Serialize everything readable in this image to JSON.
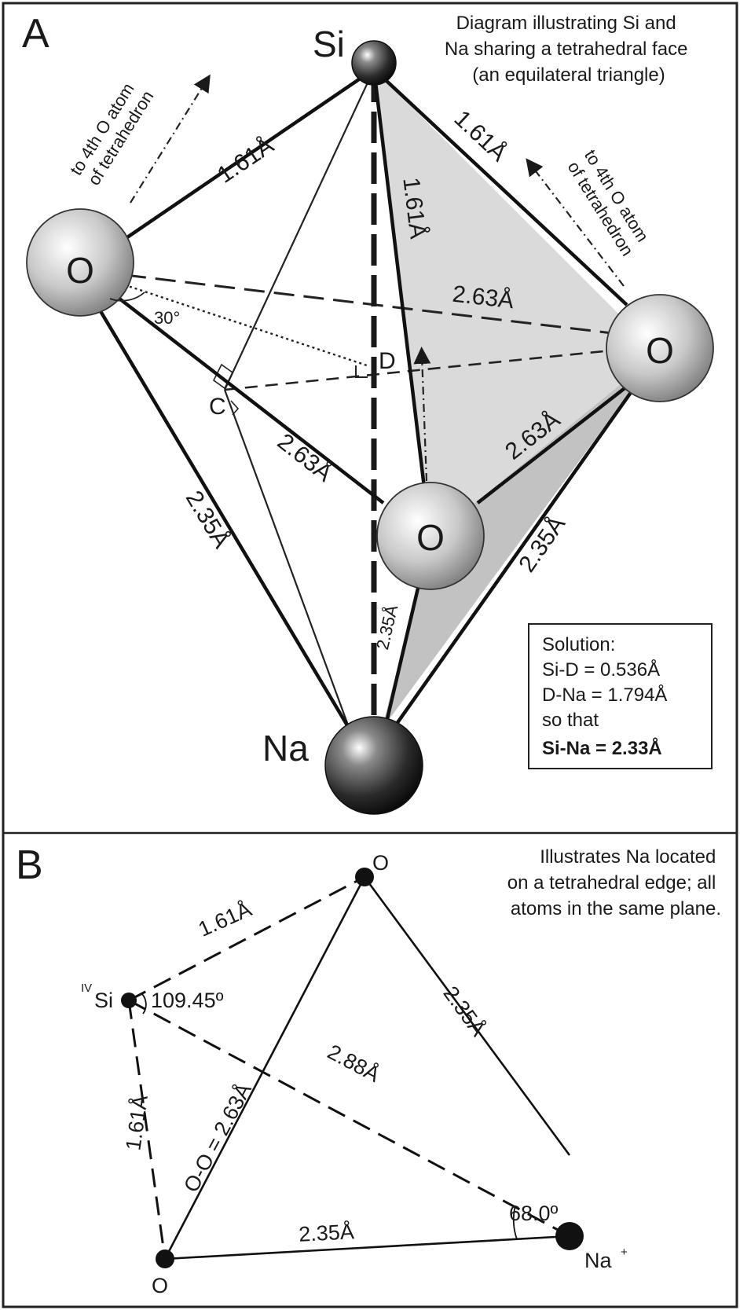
{
  "panel_a": {
    "letter": "A",
    "caption_lines": [
      "Diagram illustrating Si and",
      "Na sharing a tetrahedral face",
      "(an equilateral triangle)"
    ],
    "atoms": {
      "si": "Si",
      "na": "Na",
      "o": "O"
    },
    "points": {
      "c": "C",
      "d": "D"
    },
    "bond_si_o": "1.61Å",
    "edge_o_o": "2.63Å",
    "bond_o_na": "2.35Å",
    "angle": "30°",
    "note_4th_o_line1": "to 4th O atom",
    "note_4th_o_line2": "of tetrahedron",
    "solution": {
      "line1": "Solution:",
      "line2": "Si-D = 0.536Å",
      "line3": "D-Na = 1.794Å",
      "line4": "so that",
      "line5": "Si-Na = 2.33Å"
    }
  },
  "panel_b": {
    "letter": "B",
    "caption_lines": [
      "Illustrates  Na located",
      "on a tetrahedral edge; all",
      "atoms in the same plane."
    ],
    "si_prefix": "IV",
    "si": "Si",
    "o": "O",
    "na": "Na",
    "na_charge": "+",
    "bond_si_o": "1.61Å",
    "angle_si": "109.45º",
    "dist_si_na": "2.88Å",
    "edge_o_o": "O-O = 2.63Å",
    "bond_o_na": "2.35Å",
    "angle_na": "68.0º"
  }
}
